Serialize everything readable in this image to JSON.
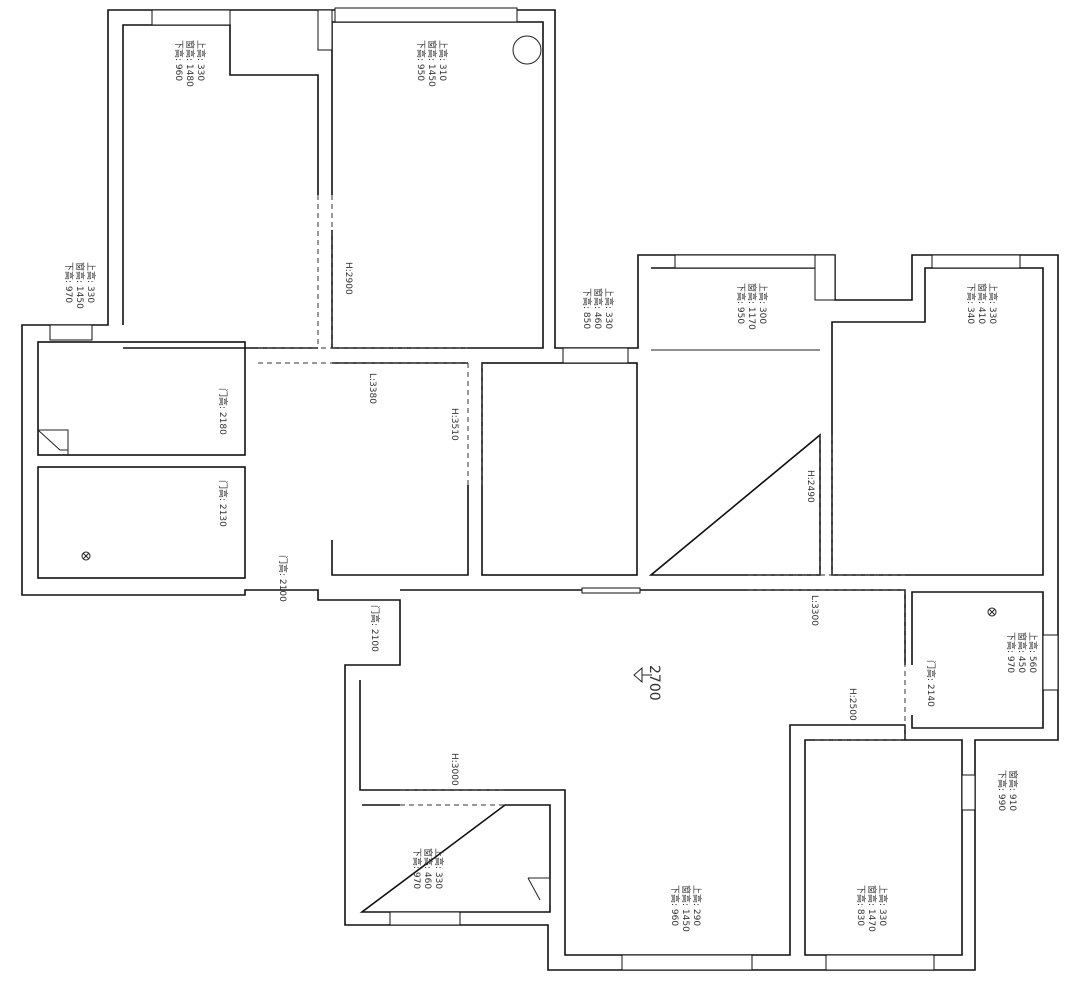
{
  "window_labels": [
    {
      "lines": [
        "上高: 330",
        "窗高: 1480",
        "下高: 960"
      ]
    },
    {
      "lines": [
        "上高: 310",
        "窗高: 1450",
        "下高: 950"
      ]
    },
    {
      "lines": [
        "上高: 330",
        "窗高: 1450",
        "下高: 970"
      ]
    },
    {
      "lines": [
        "上高: 330",
        "窗高: 460",
        "下高: 850"
      ]
    },
    {
      "lines": [
        "上高: 300",
        "窗高: 1170",
        "下高: 950"
      ]
    },
    {
      "lines": [
        "上高: 330",
        "窗高: 410",
        "下高: 340"
      ]
    },
    {
      "lines": [
        "上高: 560",
        "窗高: 450",
        "下高: 970"
      ]
    },
    {
      "lines": [
        "窗高: 910",
        "下高: 990"
      ]
    },
    {
      "lines": [
        "上高: 330",
        "窗高: 460",
        "下高: 970"
      ]
    },
    {
      "lines": [
        "上高: 290",
        "窗高: 1450",
        "下高: 960"
      ]
    },
    {
      "lines": [
        "上高: 330",
        "窗高: 1470",
        "下高: 830"
      ]
    }
  ],
  "door_labels": [
    "门高: 2180",
    "门高: 2130",
    "门高: 2100",
    "门高: 2100",
    "门高: 2140"
  ],
  "dimension_labels": [
    "H:2900",
    "L:3380",
    "H:3510",
    "H:2490",
    "L:3300",
    "H:2500",
    "H:3000"
  ],
  "ceiling_height": "2700"
}
